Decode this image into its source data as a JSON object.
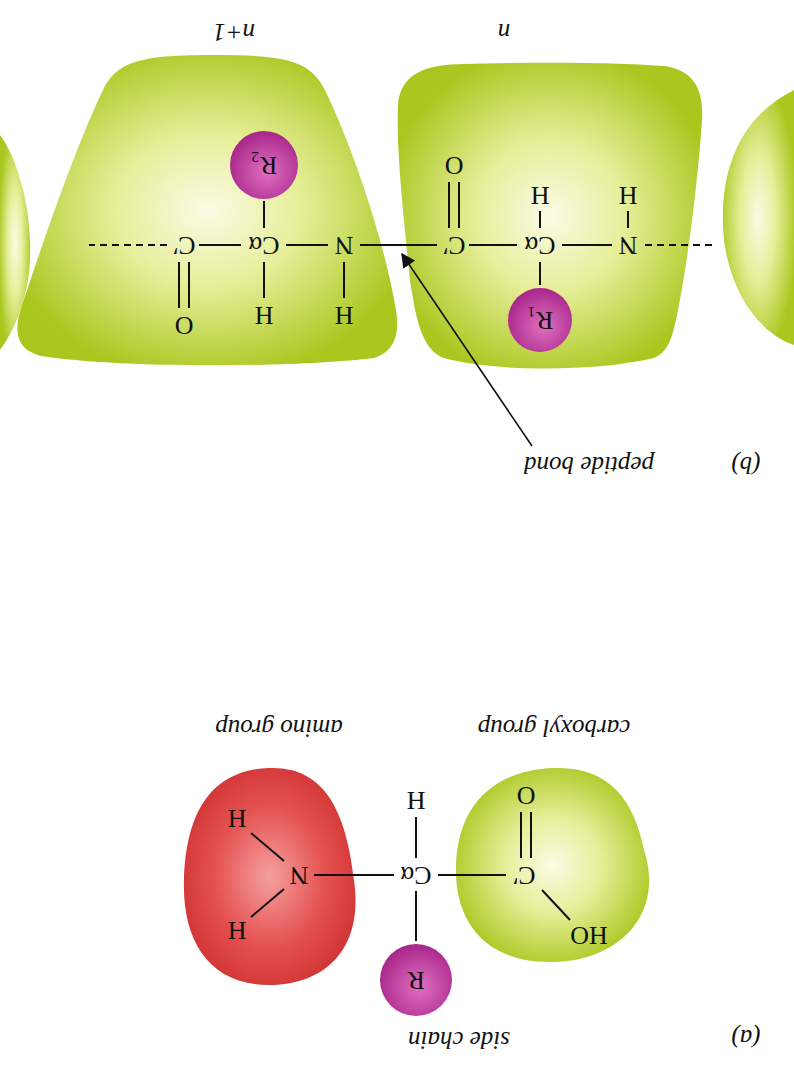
{
  "diagram": {
    "nodes": [
      {
        "text": [
          "R"
        ]
      },
      {
        "text": [
          "R₁"
        ]
      },
      {
        "text": [
          "R₂"
        ]
      }
    ],
    "labels": [
      "(a)",
      "side chain",
      "HO",
      "C′",
      "Cα",
      "N",
      "H",
      "O",
      "H",
      "H",
      "carboxyl group",
      "amino group",
      "(b)",
      "peptide bond",
      "H",
      "H",
      "O",
      "N",
      "Cα",
      "C′",
      "N",
      "Cα",
      "C′",
      "H",
      "H",
      "O",
      "n",
      "n+1"
    ]
  }
}
